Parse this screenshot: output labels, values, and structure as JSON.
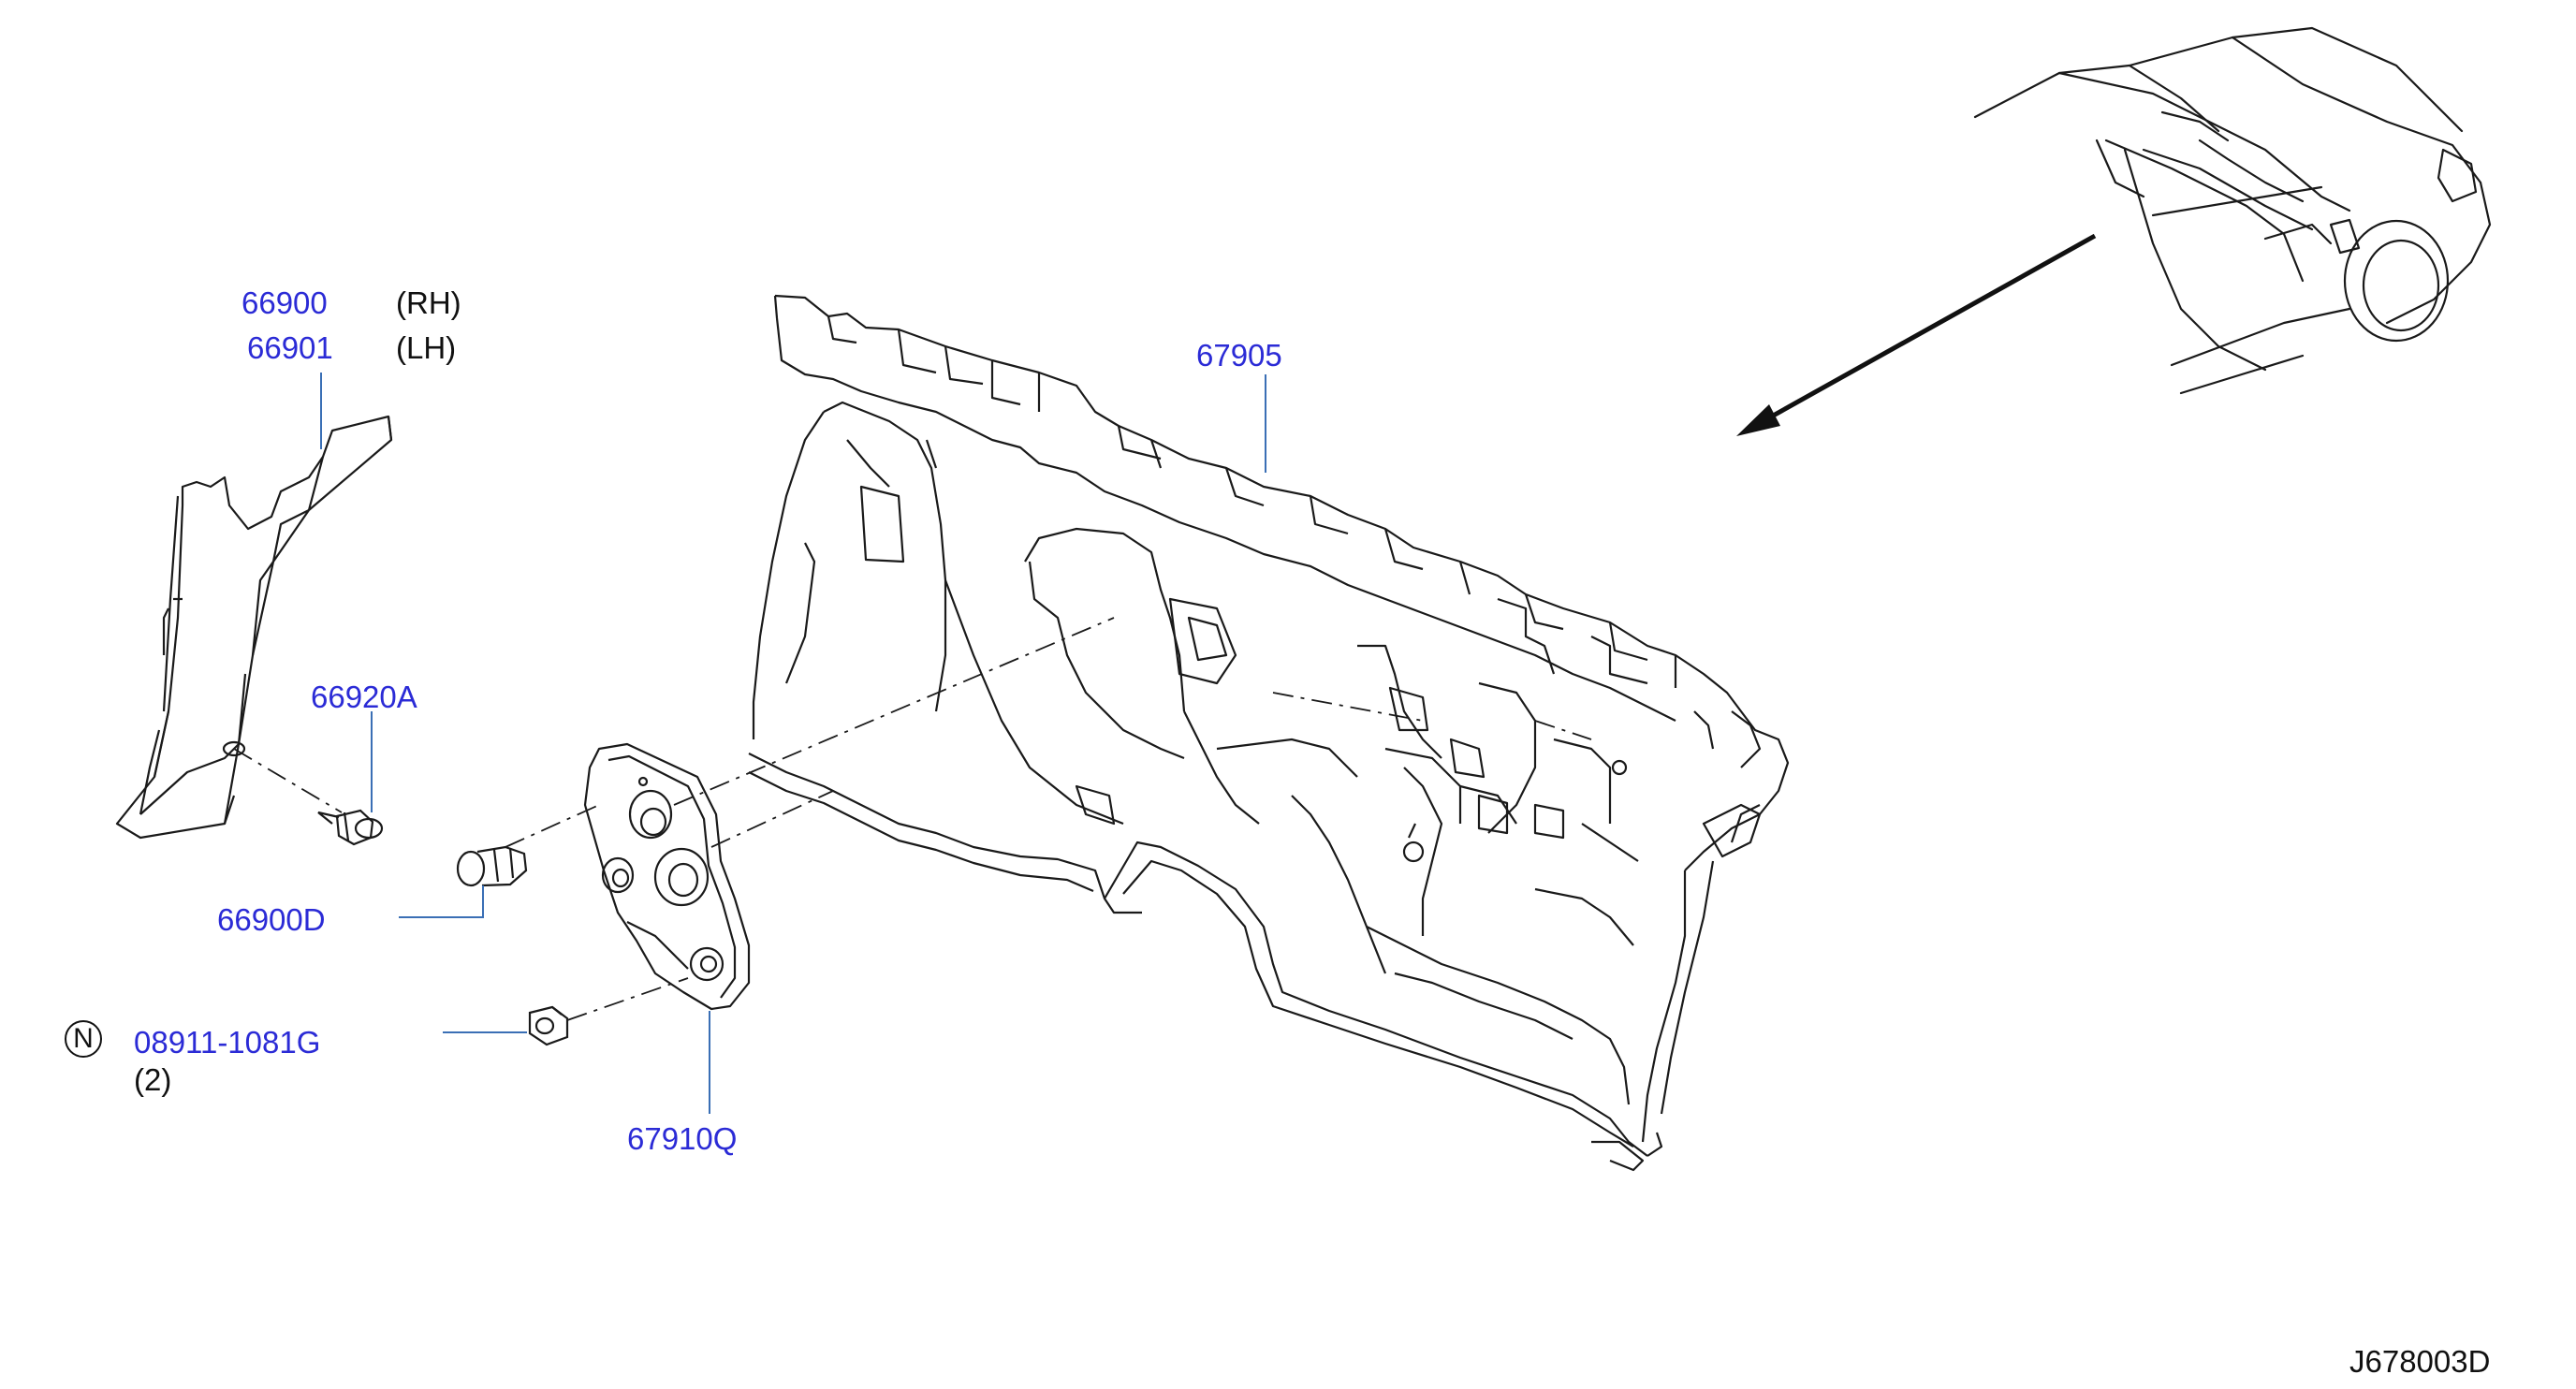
{
  "diagram": {
    "drawing_number": "J678003D",
    "colors": {
      "part_number": "#2b2bd6",
      "leader": "#3a6fb5",
      "line": "#1a1a1a",
      "text": "#111111"
    },
    "callouts": [
      {
        "id": "66900",
        "part_number": "66900",
        "side": "(RH)"
      },
      {
        "id": "66901",
        "part_number": "66901",
        "side": "(LH)"
      },
      {
        "id": "67905",
        "part_number": "67905"
      },
      {
        "id": "66920A",
        "part_number": "66920A"
      },
      {
        "id": "66900D",
        "part_number": "66900D"
      },
      {
        "id": "08911-1081G",
        "prefix_symbol": "N",
        "part_number": "08911-1081G",
        "quantity": "(2)"
      },
      {
        "id": "67910Q",
        "part_number": "67910Q"
      }
    ]
  }
}
